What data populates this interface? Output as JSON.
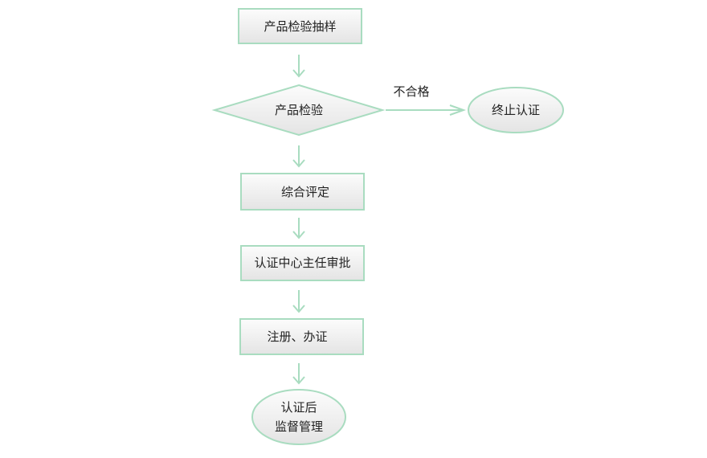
{
  "diagram": {
    "nodes": {
      "sampling": "产品检验抽样",
      "inspection": "产品检验",
      "terminate": "终止认证",
      "evaluation": "综合评定",
      "approval": "认证中心主任审批",
      "registration": "注册、办证",
      "supervision_line1": "认证后",
      "supervision_line2": "监督管理"
    },
    "edge_labels": {
      "fail": "不合格"
    },
    "colors": {
      "stroke": "#a9dcc0",
      "arrow": "#a9dcc0",
      "fill_top": "#fcfcfc",
      "fill_bottom": "#e6e6e6",
      "text": "#222222"
    }
  }
}
